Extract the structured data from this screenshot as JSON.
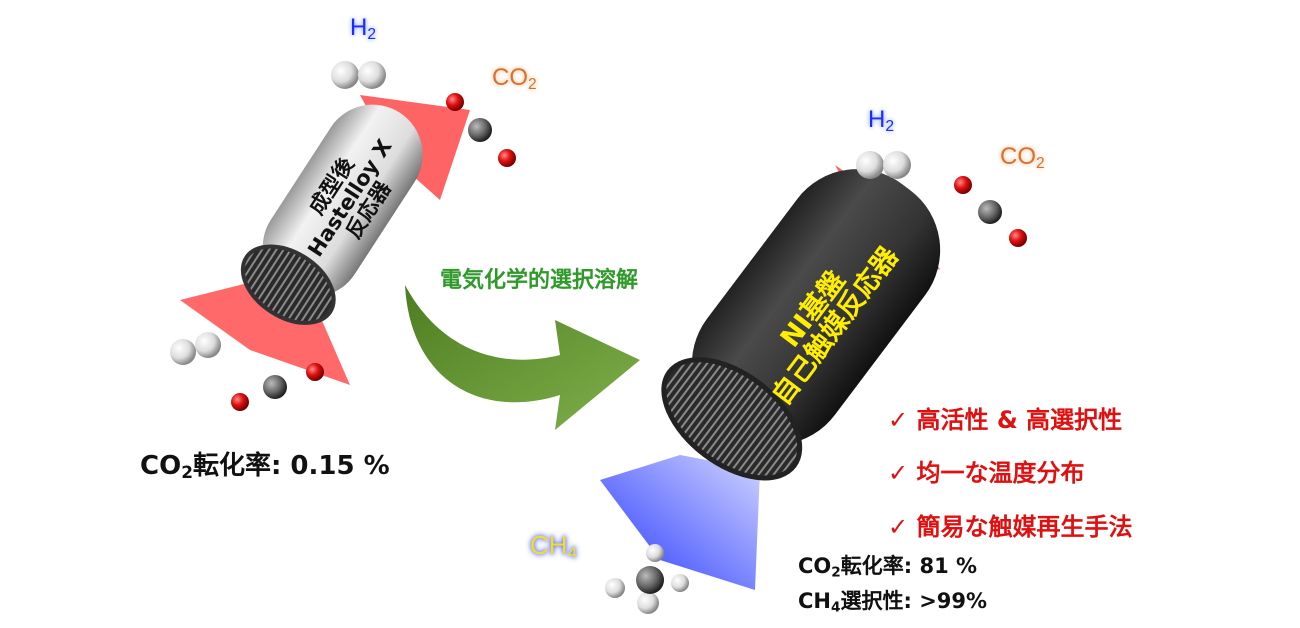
{
  "left_reactor": {
    "label_lines": [
      "成型後",
      "Hastelloy X",
      "反応器"
    ],
    "inlet_molecules": {
      "h2": "H",
      "h2_sub": "2",
      "co2": "CO",
      "co2_sub": "2"
    },
    "conversion": {
      "prefix": "CO",
      "sub": "2",
      "text": "転化率: 0.15 %"
    }
  },
  "process_arrow": {
    "label": "電気化学的選択溶解"
  },
  "right_reactor": {
    "label_lines": [
      "NI基盤",
      "自己触媒反応器"
    ],
    "inlet_molecules": {
      "h2": "H",
      "h2_sub": "2",
      "co2": "CO",
      "co2_sub": "2"
    },
    "product": {
      "ch4": "CH",
      "ch4_sub": "4"
    },
    "features": [
      "✓ 高活性 & 高選択性",
      "✓ 均一な温度分布",
      "✓ 簡易な触媒再生手法"
    ],
    "conversion": {
      "prefix": "CO",
      "sub": "2",
      "text": "転化率: 81 %"
    },
    "selectivity": {
      "prefix": "CH",
      "sub": "4",
      "text": "選択性: >99%"
    }
  },
  "colors": {
    "h2": "#1a2cff",
    "co2": "#d9712e",
    "process": "#2f9a2a",
    "features": "#e01010",
    "ch4": "#f2e11a",
    "right_label": "#ffee00"
  }
}
